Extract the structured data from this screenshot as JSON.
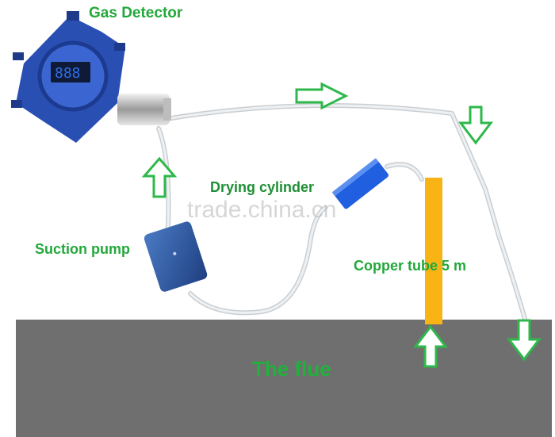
{
  "labels": {
    "gas_detector": "Gas Detector",
    "drying_cylinder": "Drying cylinder",
    "suction_pump": "Suction pump",
    "copper_tube": "Copper tube 5 m",
    "flue": "The flue"
  },
  "watermark": "trade.china.cn",
  "colors": {
    "flue": "#6f6f6f",
    "copper_tube": "#f7b414",
    "arrow": "#2eb84a",
    "detector_body": "#2a4fb3",
    "drying_cylinder": "#1f5fe0",
    "pump": "#2f5fa6",
    "hose": "#e4e8ea"
  },
  "icons": [
    "flow-arrow-right-icon",
    "flow-arrow-down-icon",
    "flow-arrow-up-icon"
  ]
}
